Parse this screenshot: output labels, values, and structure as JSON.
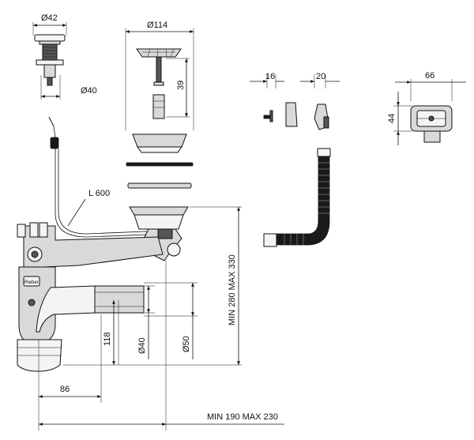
{
  "dimensions": {
    "d42": "Ø42",
    "d40_top": "Ø40",
    "d114": "Ø114",
    "h39": "39",
    "w16": "16",
    "w20": "20",
    "w66": "66",
    "h44": "44",
    "l600": "L 600",
    "range_height": "MIN 280 MAX 330",
    "h118": "118",
    "d40_pipe": "Ø40",
    "d50": "Ø50",
    "w86": "86",
    "range_width": "MIN 190 MAX 230"
  },
  "labels": {
    "brand": "Rieber"
  }
}
